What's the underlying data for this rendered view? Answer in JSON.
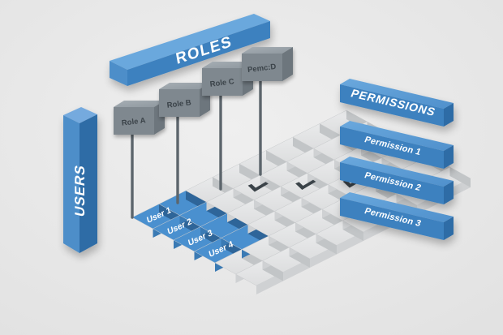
{
  "diagram": {
    "title_roles": "ROLES",
    "title_users": "USERS",
    "title_permissions": "PERMISSIONS",
    "roles": [
      {
        "label": "Role A"
      },
      {
        "label": "Role B"
      },
      {
        "label": "Role C"
      },
      {
        "label": "Pemc:D"
      }
    ],
    "users": [
      {
        "label": "User 1"
      },
      {
        "label": "User 2"
      },
      {
        "label": "User 3"
      },
      {
        "label": "User 4"
      }
    ],
    "permissions": [
      {
        "label": "Permission 1"
      },
      {
        "label": "Permission 2"
      },
      {
        "label": "Permission 3"
      }
    ],
    "checkmarks": [
      {
        "name": "checkmark-1"
      },
      {
        "name": "checkmark-2"
      },
      {
        "name": "checkmark-3"
      }
    ],
    "colors": {
      "background": "#e9e9e9",
      "blue_top": "#5b9bd5",
      "blue_front": "#3c7fbe",
      "blue_side": "#2f6ca6",
      "blue_tile_top": "#4a90cf",
      "blue_tile_front": "#3a7ab4",
      "blue_tile_side": "#2e6599",
      "gray_box_top": "#9aa2a8",
      "gray_box_front": "#7f888f",
      "gray_box_side": "#6d767d",
      "tile_top": "#e3e4e5",
      "tile_front": "#cfd1d3",
      "tile_side": "#c2c5c7",
      "stem": "#5c656c",
      "check": "#3b4349",
      "label_text": "#ffffff",
      "label_text_dark": "#3b4349"
    },
    "grid": {
      "cols": 8,
      "rows": 6
    }
  }
}
